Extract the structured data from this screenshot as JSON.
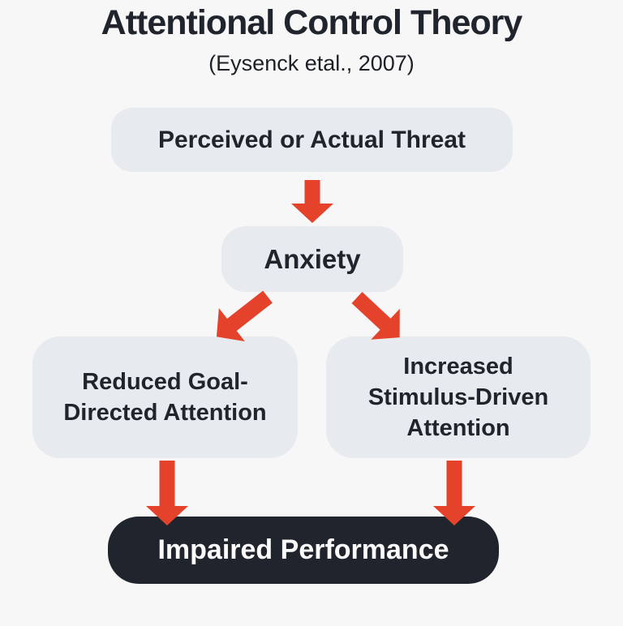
{
  "header": {
    "title": "Attentional Control Theory",
    "subtitle": "(Eysenck etal., 2007)"
  },
  "nodes": {
    "threat": {
      "label": "Perceived or Actual Threat"
    },
    "anxiety": {
      "label": "Anxiety"
    },
    "reduced_goal_directed": {
      "label": [
        "Reduced Goal-",
        "Directed Attention"
      ]
    },
    "increased_stimulus_driven": {
      "label": [
        "Increased",
        "Stimulus-Driven",
        "Attention"
      ]
    },
    "impaired_performance": {
      "label": "Impaired Performance"
    }
  },
  "edges": [
    {
      "from": "threat",
      "to": "anxiety"
    },
    {
      "from": "anxiety",
      "to": "reduced_goal_directed"
    },
    {
      "from": "anxiety",
      "to": "increased_stimulus_driven"
    },
    {
      "from": "reduced_goal_directed",
      "to": "impaired_performance"
    },
    {
      "from": "increased_stimulus_driven",
      "to": "impaired_performance"
    }
  ],
  "colors": {
    "background": "#F7F7F8",
    "box_light": "#E7EAEE",
    "box_dark": "#20252D",
    "text_dark": "#20252D",
    "text_light": "#FBFBFB",
    "arrow_red": "#E5422B"
  }
}
